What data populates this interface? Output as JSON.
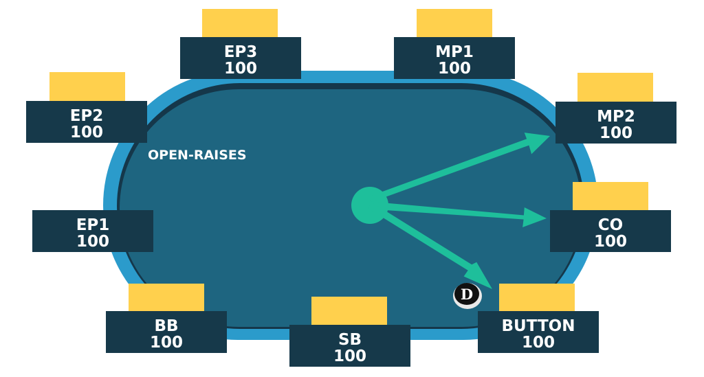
{
  "title": "OPEN-RAISES",
  "colors": {
    "background": "#ffffff",
    "table_rail": "#2B9BCB",
    "table_shadow": "#15374A",
    "table_felt": "#1E6580",
    "seat_box": "#16394A",
    "chip_stack": "#FFD04D",
    "arrow": "#1EBF9B",
    "dealer_button": "#111111"
  },
  "seats": [
    {
      "position": "EP3",
      "stack": "100"
    },
    {
      "position": "MP1",
      "stack": "100"
    },
    {
      "position": "EP2",
      "stack": "100"
    },
    {
      "position": "MP2",
      "stack": "100"
    },
    {
      "position": "EP1",
      "stack": "100"
    },
    {
      "position": "CO",
      "stack": "100"
    },
    {
      "position": "BB",
      "stack": "100"
    },
    {
      "position": "SB",
      "stack": "100"
    },
    {
      "position": "BUTTON",
      "stack": "100"
    }
  ],
  "arrows": [
    {
      "from": "center",
      "to": "MP2"
    },
    {
      "from": "center",
      "to": "CO"
    },
    {
      "from": "center",
      "to": "BUTTON"
    }
  ],
  "dealer_button": {
    "letter": "D",
    "next_to": "BUTTON"
  }
}
